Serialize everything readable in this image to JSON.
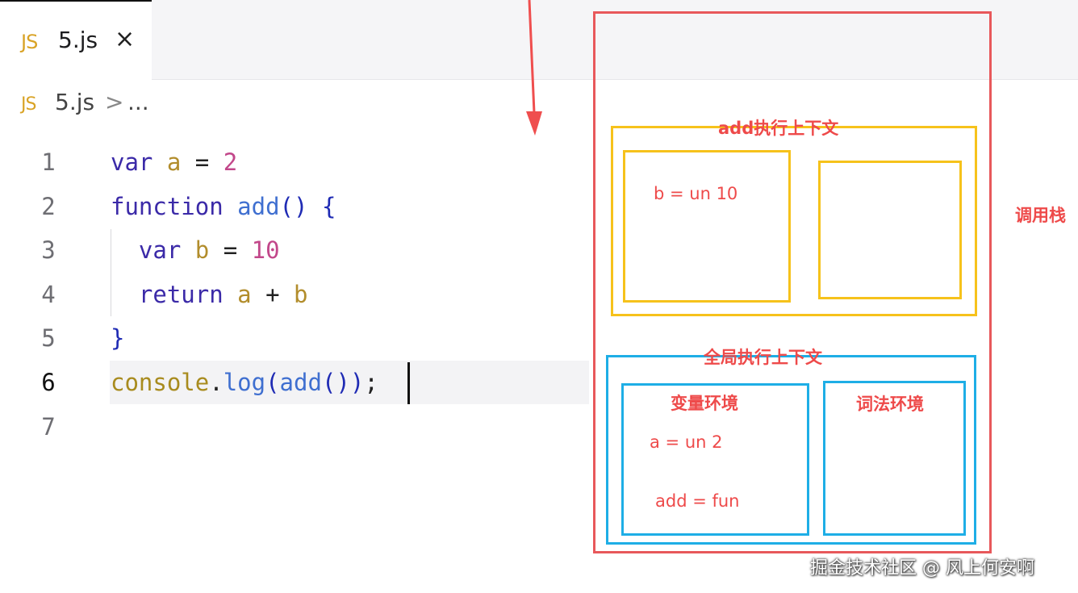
{
  "tab": {
    "badge": "JS",
    "filename": "5.js",
    "close": "×"
  },
  "breadcrumb": {
    "badge": "JS",
    "filename": "5.js",
    "separator": ">",
    "more": "..."
  },
  "editor": {
    "line_numbers": [
      "1",
      "2",
      "3",
      "4",
      "5",
      "6",
      "7"
    ],
    "lines": [
      {
        "tokens": [
          [
            "kw",
            "var"
          ],
          [
            "plain",
            " "
          ],
          [
            "var",
            "a"
          ],
          [
            "op",
            " = "
          ],
          [
            "num",
            "2"
          ]
        ]
      },
      {
        "tokens": [
          [
            "kw",
            "function"
          ],
          [
            "plain",
            " "
          ],
          [
            "fn",
            "add"
          ],
          [
            "punc",
            "()"
          ],
          [
            "plain",
            " "
          ],
          [
            "punc",
            "{"
          ]
        ]
      },
      {
        "tokens": [
          [
            "plain",
            "  "
          ],
          [
            "kw",
            "var"
          ],
          [
            "plain",
            " "
          ],
          [
            "var",
            "b"
          ],
          [
            "op",
            " = "
          ],
          [
            "num",
            "10"
          ]
        ]
      },
      {
        "tokens": [
          [
            "plain",
            "  "
          ],
          [
            "kw",
            "return"
          ],
          [
            "plain",
            " "
          ],
          [
            "var",
            "a"
          ],
          [
            "op",
            " + "
          ],
          [
            "var",
            "b"
          ]
        ]
      },
      {
        "tokens": [
          [
            "punc",
            "}"
          ]
        ]
      },
      {
        "tokens": [
          [
            "obj",
            "console"
          ],
          [
            "op",
            "."
          ],
          [
            "fn",
            "log"
          ],
          [
            "punc",
            "("
          ],
          [
            "fn",
            "add"
          ],
          [
            "punc",
            "()"
          ],
          [
            "punc",
            ")"
          ],
          [
            "op",
            ";"
          ]
        ]
      },
      {
        "tokens": []
      }
    ],
    "active_line": 6
  },
  "diagram": {
    "add_context_label": "add执行上下文",
    "add_var_text": "b = un  10",
    "call_stack_label": "调用栈",
    "global_context_label": "全局执行上下文",
    "var_env_label": "变量环境",
    "lex_env_label": "词法环境",
    "global_var_a": "a = un   2",
    "global_var_add": "add = fun"
  },
  "colors": {
    "annotation_red": "#ee4a4a",
    "yellow_box": "#f6c21b",
    "blue_box": "#1eaee6",
    "outer_box": "#e8585b",
    "js_badge": "#d9a326"
  },
  "watermark": "掘金技术社区 @ 风上何安啊"
}
